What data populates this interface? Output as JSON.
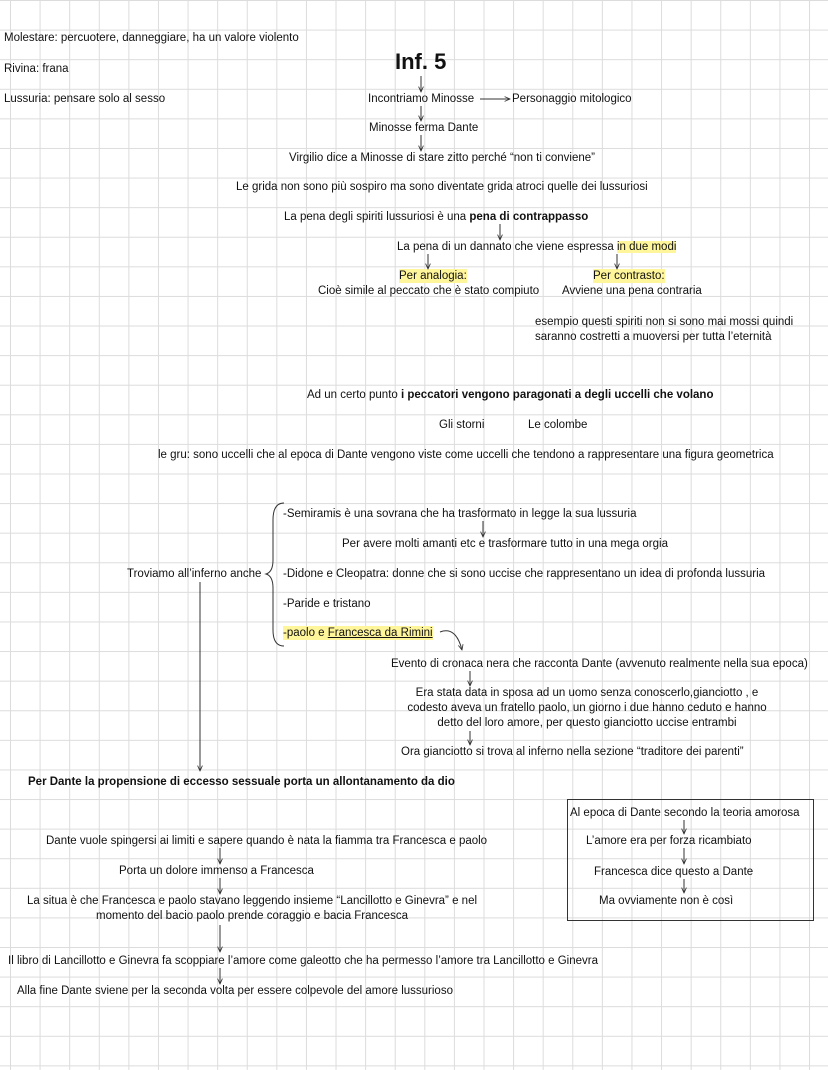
{
  "notes_left": {
    "molestare": "Molestare: percuotere, danneggiare, ha un valore violento",
    "rivina": "Rivina: frana",
    "lussuria": "Lussuria: pensare solo al sesso"
  },
  "title": "Inf. 5",
  "flow": {
    "incontriamo": "Incontriamo Minosse",
    "personaggio": "Personaggio mitologico",
    "ferma": "Minosse ferma Dante",
    "virgilio": "Virgilio dice a Minosse di stare zitto perché “non ti conviene”",
    "grida": "Le grida non sono più sospiro ma sono diventate grida atroci quelle dei lussuriosi",
    "pena_pre": "La pena degli spiriti lussuriosi è una ",
    "pena_bold": "pena di contrappasso",
    "dannato_pre": "La pena di un dannato che viene espressa ",
    "dannato_hl": "in due modi",
    "analogia": "Per analogia:",
    "contrasto": "Per contrasto:",
    "simile": "Cioè simile al peccato che è stato compiuto",
    "contraria": "Avviene una pena contraria",
    "esempio_1": "esempio questi spiriti non si sono mai mossi quindi",
    "esempio_2": "saranno costretti a muoversi per tutta l’eternità"
  },
  "uccelli": {
    "intro_pre": "Ad un certo punto ",
    "intro_bold": "i peccatori vengono paragonati a degli uccelli che volano",
    "storni": "Gli storni",
    "colombe": "Le colombe",
    "gru": "le gru: sono uccelli che al epoca di Dante vengono viste come uccelli che tendono a rappresentare una figura geometrica"
  },
  "inferno": {
    "troviamo": "Troviamo all’inferno anche",
    "semiramis": "-Semiramis è una sovrana che ha trasformato in legge la sua lussuria",
    "amanti": "Per avere molti amanti etc e trasformare tutto in una mega orgia",
    "didone": "-Didone e Cleopatra: donne che si sono uccise che rappresentano un idea di profonda lussuria",
    "paride": "-Paride e tristano",
    "paolo_pre": "-paolo e ",
    "paolo_link": "Francesca da Rimini",
    "evento": "Evento di cronaca nera che racconta Dante (avvenuto realmente nella sua epoca)",
    "sposa_1": "Era stata data in sposa ad un uomo senza conoscerlo,gianciotto , e",
    "sposa_2": "codesto aveva un fratello paolo, un giorno i due hanno ceduto e hanno",
    "sposa_3": "detto del loro amore, per questo gianciotto uccise entrambi",
    "traditore": "Ora gianciotto si trova al inferno nella sezione “traditore dei parenti”"
  },
  "conclusione": "Per Dante la propensione di eccesso sessuale porta un allontanamento da dio",
  "sequenza": {
    "spingersi": "Dante vuole spingersi ai limiti e sapere quando è nata la fiamma tra Francesca e paolo",
    "dolore": "Porta un dolore immenso a Francesca",
    "situa_1": "La situa è che Francesca e paolo stavano leggendo insieme “Lancillotto e Ginevra” e nel",
    "situa_2": "momento del bacio paolo prende coraggio e bacia Francesca",
    "libro": "Il libro di Lancillotto e Ginevra fa scoppiare l’amore come galeotto che ha permesso l’amore tra Lancillotto e Ginevra",
    "sviene": "Alla fine Dante sviene per la seconda volta per essere colpevole del amore lussurioso"
  },
  "box": {
    "teoria": "Al epoca di Dante secondo la teoria amorosa",
    "ricambiato": "L’amore era per forza ricambiato",
    "dice": "Francesca dice questo a Dante",
    "ovviamente": "Ma ovviamente non è così"
  },
  "colors": {
    "highlight": "#fff59a",
    "grid": "#dcdcdc",
    "ink": "#111111"
  }
}
